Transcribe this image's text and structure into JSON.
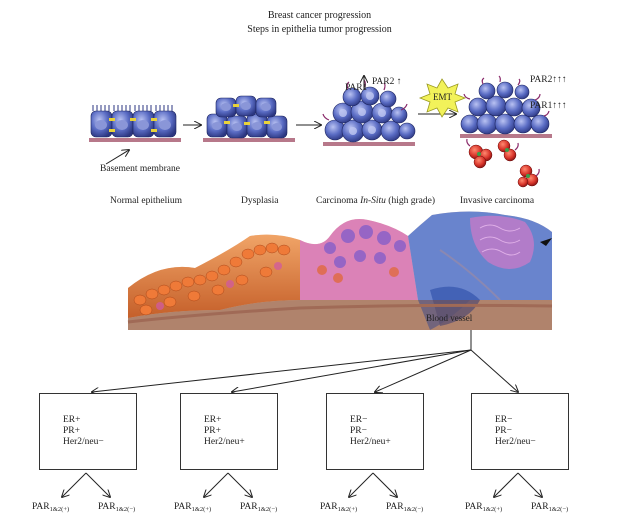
{
  "title": {
    "line1": "Breast cancer progression",
    "line2": "Steps in epithelia tumor progression"
  },
  "stages": [
    {
      "label": "Normal epithelium"
    },
    {
      "label": "Dysplasia"
    },
    {
      "label_prefix": "Carcinoma ",
      "label_italic": "In-Situ",
      "label_suffix": " (high grade)"
    },
    {
      "label": "Invasive carcinoma"
    }
  ],
  "annotations": {
    "basement_membrane": "Basement membrane",
    "par1_cis": "PAR1",
    "par2_cis": "PAR2",
    "emt": "EMT",
    "par2_inv": "PAR2",
    "par1_inv": "PAR1",
    "blood_vessel": "Blood vessel"
  },
  "subtypes": [
    {
      "er": "ER+",
      "pr": "PR+",
      "her2": "Her2/neu−"
    },
    {
      "er": "ER+",
      "pr": "PR+",
      "her2": "Her2/neu+"
    },
    {
      "er": "ER−",
      "pr": "PR−",
      "her2": "Her2/neu+"
    },
    {
      "er": "ER−",
      "pr": "PR−",
      "her2": "Her2/neu−"
    }
  ],
  "par_outcomes": {
    "base": "PAR",
    "pos_sub": "1&2(+)",
    "neg_sub": "1&2(−)"
  },
  "colors": {
    "cell_body": "#3d4fa8",
    "cell_highlight": "#aab4ee",
    "nucleus": "#8a96d8",
    "membrane": "#b7788a",
    "emt_star": "#f2f25a",
    "par_receptor": "#8a2a6a",
    "invasive_cell": "#d8342a"
  }
}
